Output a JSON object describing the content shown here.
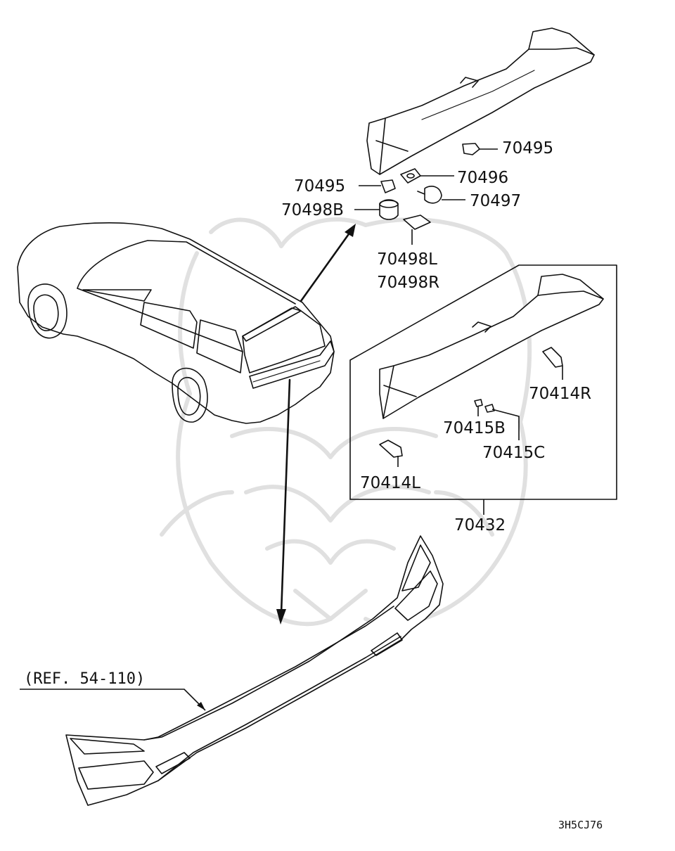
{
  "labels": {
    "p70495_top": "70495",
    "p70496": "70496",
    "p70495_left": "70495",
    "p70497": "70497",
    "p70498B": "70498B",
    "p70498L": "70498L",
    "p70498R": "70498R",
    "p70414R": "70414R",
    "p70415B": "70415B",
    "p70415C": "70415C",
    "p70414L": "70414L",
    "p70432": "70432",
    "ref": "(REF. 54-110)",
    "diagram_code": "3H5CJ76"
  }
}
